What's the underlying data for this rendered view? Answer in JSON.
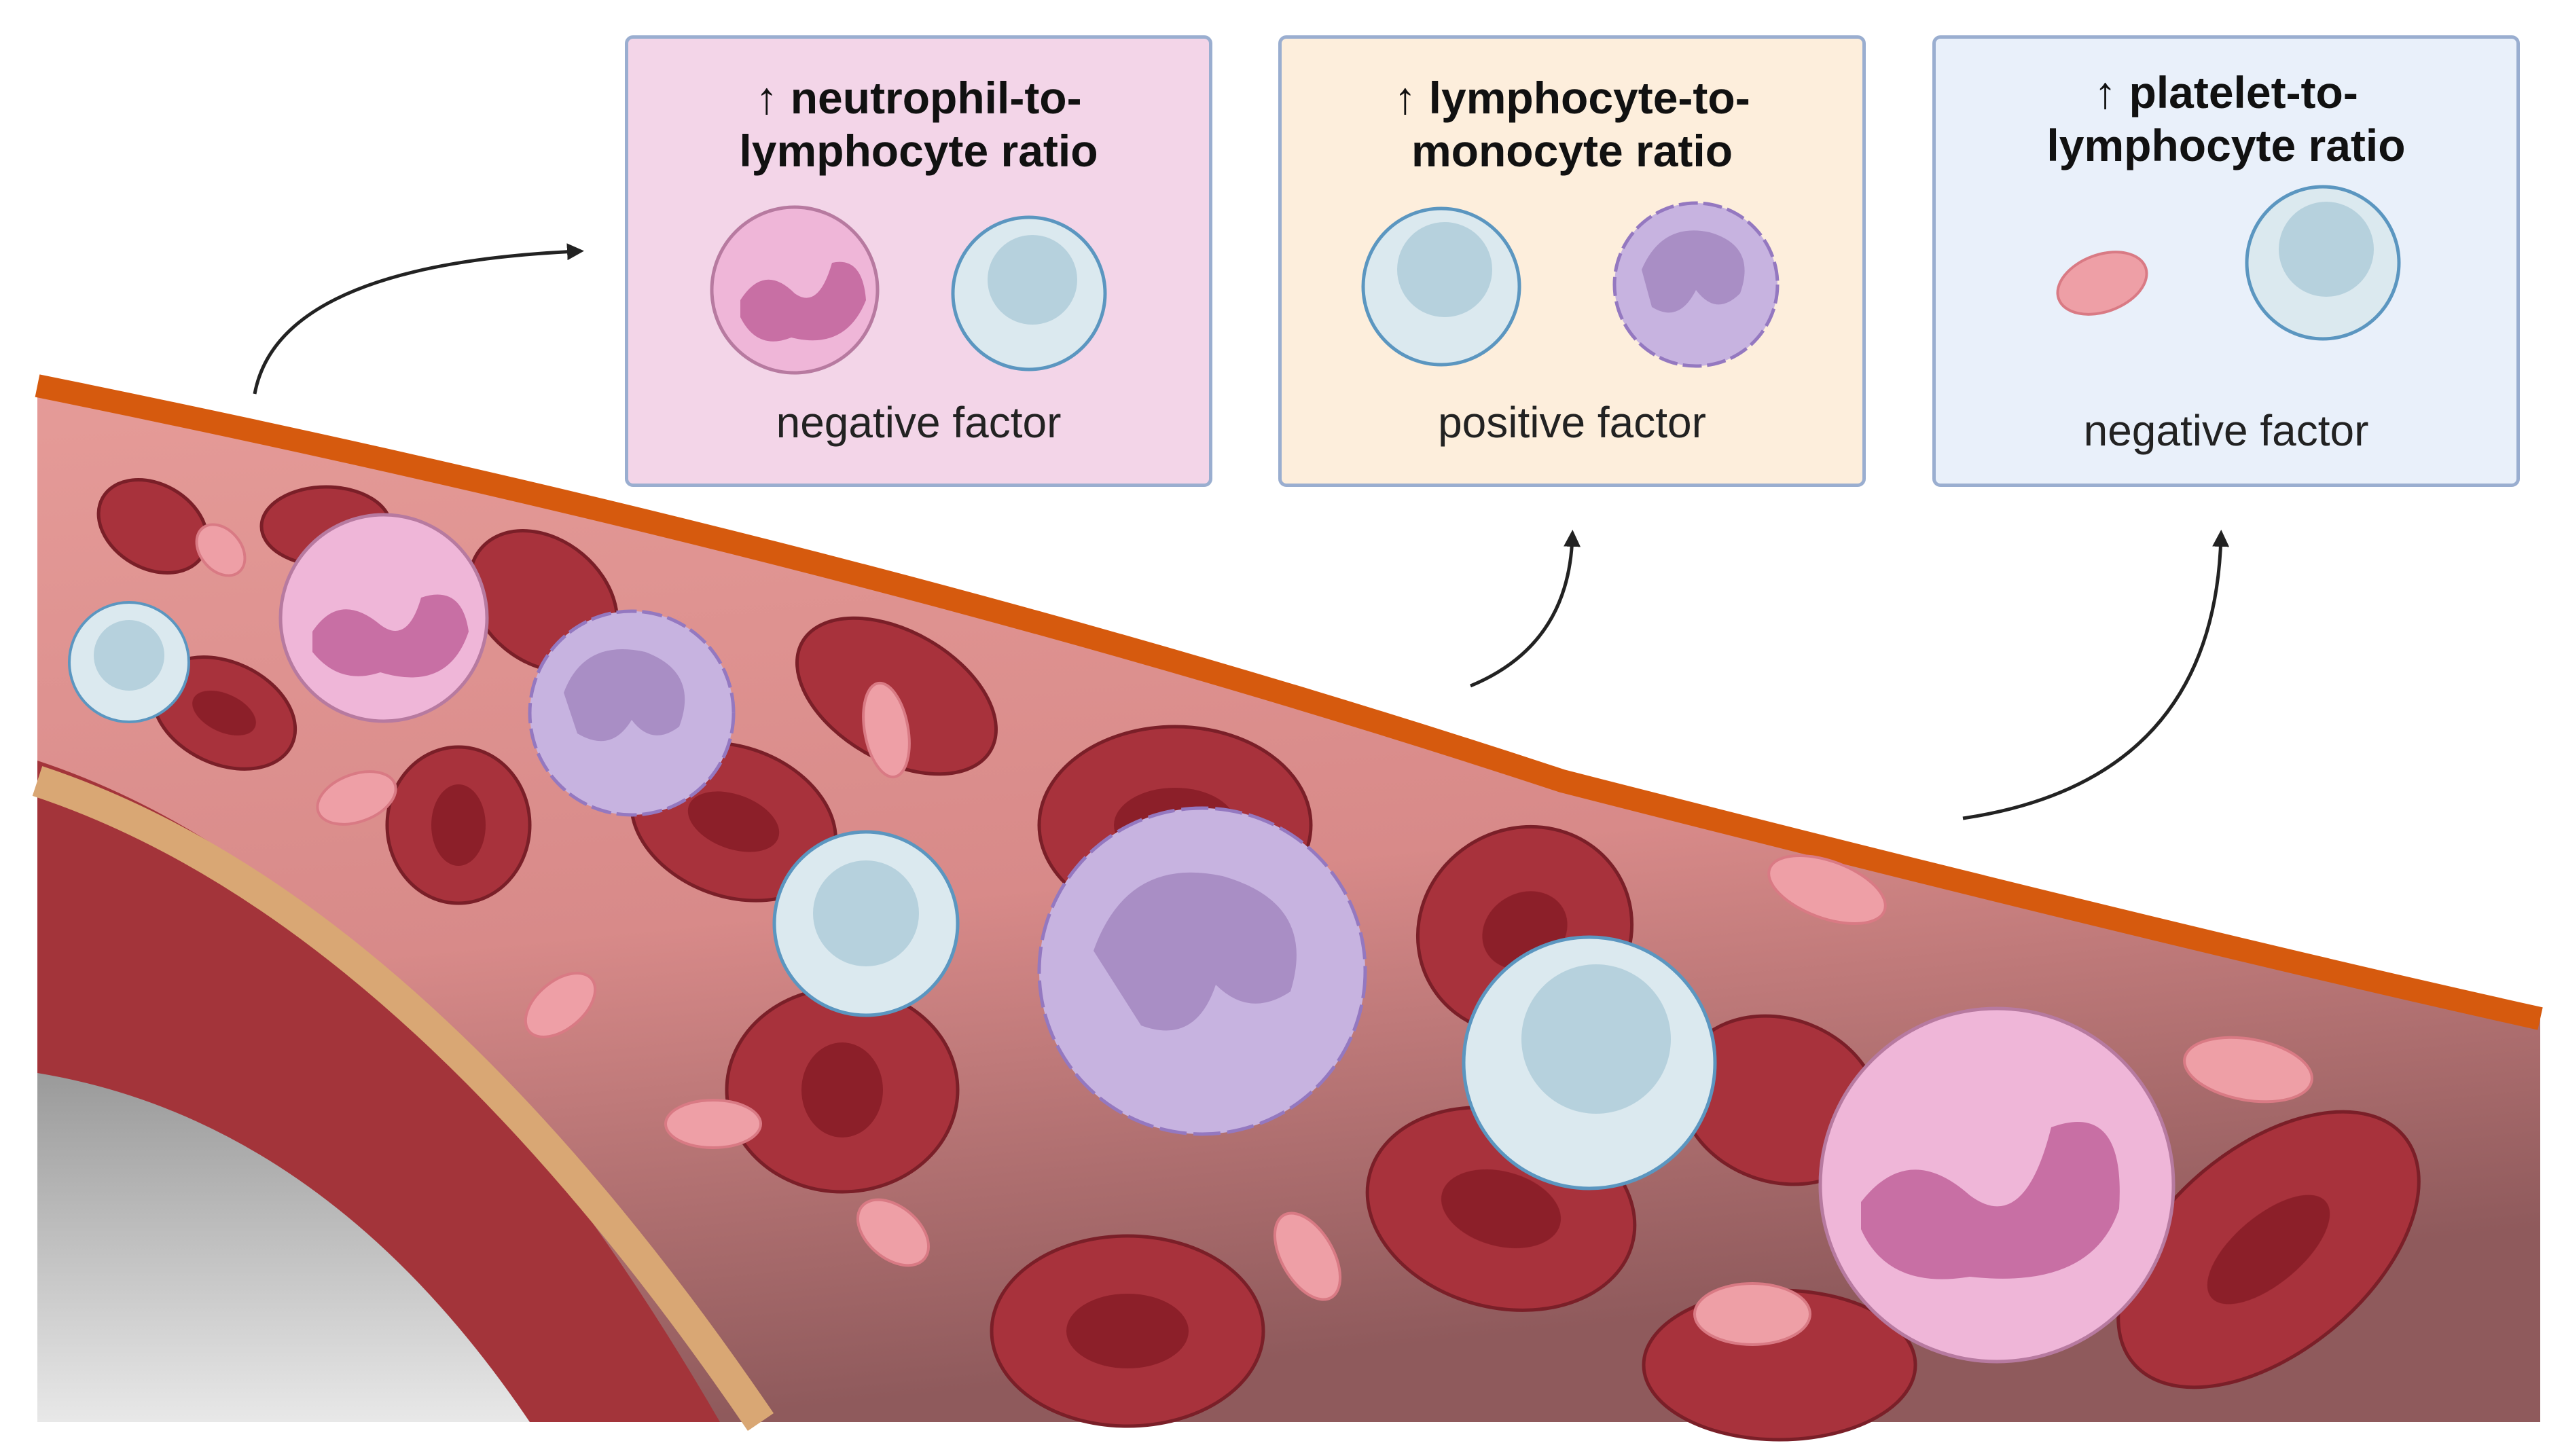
{
  "cards": [
    {
      "title_arrow": "↑",
      "title_line1": "neutrophil-to-",
      "title_line2": "lymphocyte ratio",
      "factor": "negative factor",
      "fill": "#f3d5e8",
      "cells": [
        "neutrophil-cell-icon",
        "lymphocyte-cell-icon"
      ]
    },
    {
      "title_arrow": "↑",
      "title_line1": "lymphocyte-to-",
      "title_line2": "monocyte ratio",
      "factor": "positive factor",
      "fill": "#fdeedc",
      "cells": [
        "lymphocyte-cell-icon",
        "monocyte-cell-icon"
      ]
    },
    {
      "title_arrow": "↑",
      "title_line1": "platelet-to-",
      "title_line2": "lymphocyte ratio",
      "factor": "negative factor",
      "fill": "#e9f0fa",
      "cells": [
        "platelet-cell-icon",
        "lymphocyte-cell-icon"
      ]
    }
  ],
  "colors": {
    "vessel_wall": "#d65a0e",
    "plasma": "#dc9391",
    "red_blood_cell": "#a8323c",
    "platelet": "#ee9fa6",
    "lymphocyte": "#dbe9ef",
    "monocyte": "#c7b3e0",
    "neutrophil": "#efb6d8",
    "arrow": "#222222"
  }
}
